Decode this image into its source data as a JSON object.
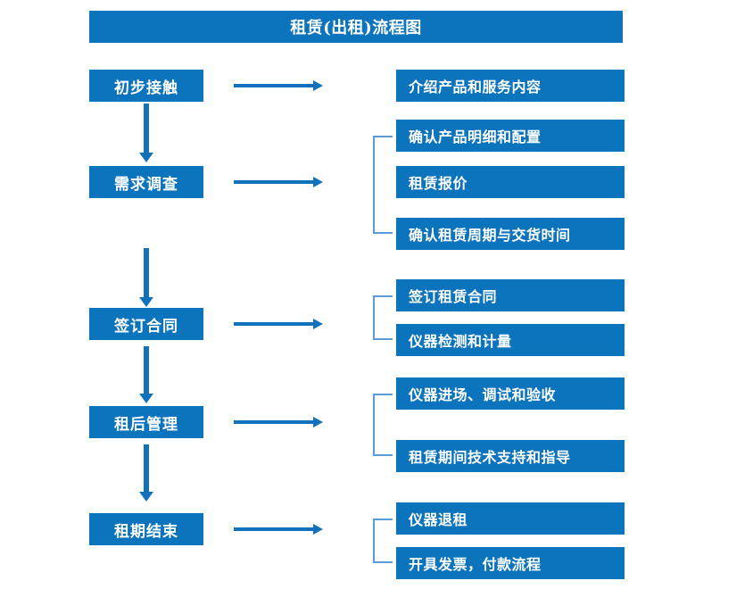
{
  "diagram": {
    "title": "租赁(出租)流程图",
    "theme": {
      "box_blue": "#0c73bd",
      "arrow_blue": "#1172bb",
      "bracket_blue": "#5b9bd5",
      "text_white": "#ffffff",
      "background": "#ffffff"
    },
    "stages": [
      {
        "label": "初步接触",
        "details": [
          "介绍产品和服务内容"
        ]
      },
      {
        "label": "需求调查",
        "details": [
          "确认产品明细和配置",
          "租赁报价",
          "确认租赁周期与交货时间"
        ]
      },
      {
        "label": "签订合同",
        "details": [
          "签订租赁合同",
          "仪器检测和计量"
        ]
      },
      {
        "label": "租后管理",
        "details": [
          "仪器进场、调试和验收",
          "租赁期间技术支持和指导"
        ]
      },
      {
        "label": "租期结束",
        "details": [
          "仪器退租",
          "开具发票，付款流程"
        ]
      }
    ]
  }
}
